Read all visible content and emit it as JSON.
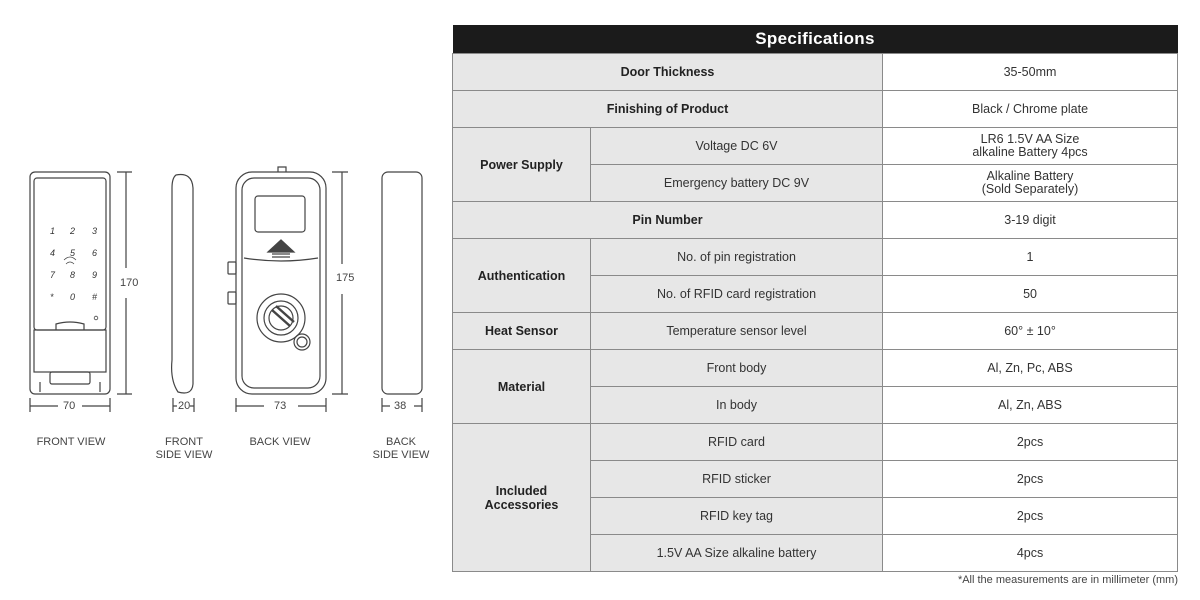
{
  "views": {
    "front_view": "FRONT VIEW",
    "front_side_view": "FRONT\nSIDE VIEW",
    "back_view": "BACK VIEW",
    "back_side_view": "BACK\nSIDE VIEW"
  },
  "dimensions": {
    "front_width": "70",
    "front_height": "170",
    "front_side_width": "20",
    "back_width": "73",
    "back_height": "175",
    "back_side_width": "38"
  },
  "keypad": [
    "1",
    "2",
    "3",
    "4",
    "5",
    "6",
    "7",
    "8",
    "9",
    "*",
    "0",
    "#"
  ],
  "spec": {
    "title": "Specifications",
    "door_thickness": {
      "label": "Door Thickness",
      "value": "35-50mm"
    },
    "finishing": {
      "label": "Finishing of Product",
      "value": "Black / Chrome plate"
    },
    "power_supply": {
      "label": "Power Supply",
      "rows": [
        {
          "sub": "Voltage DC 6V",
          "value": "LR6 1.5V AA Size\nalkaline Battery 4pcs"
        },
        {
          "sub": "Emergency battery DC 9V",
          "value": "Alkaline Battery\n(Sold Separately)"
        }
      ]
    },
    "pin_number": {
      "label": "Pin Number",
      "value": "3-19 digit"
    },
    "authentication": {
      "label": "Authentication",
      "rows": [
        {
          "sub": "No. of pin registration",
          "value": "1"
        },
        {
          "sub": "No. of RFID card registration",
          "value": "50"
        }
      ]
    },
    "heat_sensor": {
      "label": "Heat Sensor",
      "sub": "Temperature sensor level",
      "value": "60° ± 10°"
    },
    "material": {
      "label": "Material",
      "rows": [
        {
          "sub": "Front body",
          "value": "Al, Zn, Pc, ABS"
        },
        {
          "sub": "In body",
          "value": "Al, Zn, ABS"
        }
      ]
    },
    "accessories": {
      "label": "Included\nAccessories",
      "rows": [
        {
          "sub": "RFID card",
          "value": "2pcs"
        },
        {
          "sub": "RFID sticker",
          "value": "2pcs"
        },
        {
          "sub": "RFID key tag",
          "value": "2pcs"
        },
        {
          "sub": "1.5V AA Size alkaline battery",
          "value": "4pcs"
        }
      ]
    }
  },
  "note": "*All the measurements are in millimeter (mm)"
}
